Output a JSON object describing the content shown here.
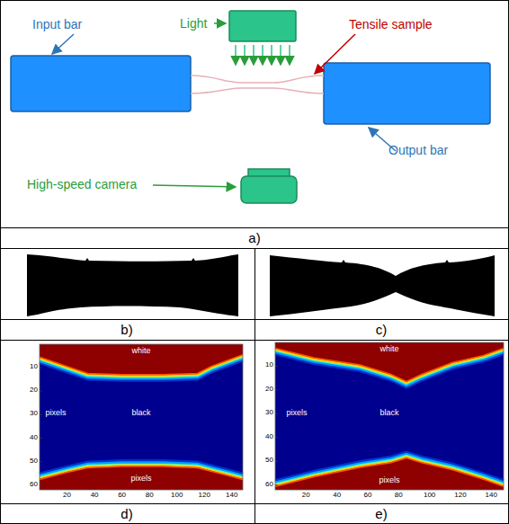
{
  "diagram": {
    "labels": [
      "Light",
      "Input bar",
      "Tensile sample",
      "High-speed camera",
      "Output bar",
      "a)",
      "b)",
      "c)",
      "d)",
      "e)",
      "white",
      "black",
      "pixels",
      "pixels",
      "10",
      "20",
      "30",
      "40",
      "50",
      "60",
      "20",
      "40",
      "60",
      "80",
      "100",
      "120",
      "140",
      "white",
      "black",
      "pixels",
      "pixels",
      "10",
      "20",
      "30",
      "40",
      "50",
      "60",
      "20",
      "40",
      "60",
      "80",
      "100",
      "120",
      "140"
    ]
  }
}
